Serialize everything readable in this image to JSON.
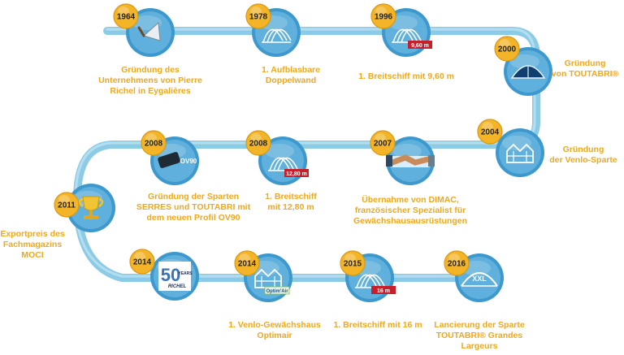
{
  "colors": {
    "path": "#8ccbe6",
    "path_light": "#b4def0",
    "circle_outer": "#3d98cd",
    "circle_inner": "#d9eef8",
    "badge": "#f3b428",
    "badge_edge": "#d99a12",
    "label": "#f0a81c",
    "tag_red": "#c8202a"
  },
  "milestones": [
    {
      "year": "1964",
      "icon": "trowel-icon",
      "label": "Gründung des\nUnternehmens von Pierre\nRichel in Eygalières"
    },
    {
      "year": "1978",
      "icon": "greenhouse-tunnel-icon",
      "label": "1. Aufblasbare\nDoppelwand"
    },
    {
      "year": "1996",
      "icon": "greenhouse-tunnel-icon",
      "tag": "9,60 m",
      "label": "1. Breitschiff mit 9,60 m"
    },
    {
      "year": "2000",
      "icon": "toutabri-shelter-icon",
      "label": "Gründung\nvon TOUTABRI®"
    },
    {
      "year": "2004",
      "icon": "venlo-greenhouse-icon",
      "label": "Gründung\nder Venlo-Sparte"
    },
    {
      "year": "2007",
      "icon": "handshake-icon",
      "label": "Übernahme von DIMAC,\nfranzösischer Spezialist für\nGewächshausausrüstungen"
    },
    {
      "year": "2008",
      "icon": "greenhouse-tunnel-icon",
      "tag": "12,80 m",
      "label": "1. Breitschiff\nmit 12,80 m"
    },
    {
      "year": "2008",
      "icon": "ov90-profile-icon",
      "tag": "OV90",
      "label": "Gründung der Sparten\nSERRES und TOUTABRI mit\ndem neuen Profil OV90"
    },
    {
      "year": "2011",
      "icon": "trophy-icon",
      "label": "Exportpreis des\nFachmagazins\nMOCI"
    },
    {
      "year": "2014",
      "icon": "50-years-richel-logo-icon",
      "logo_number": "50",
      "logo_words": [
        "YEARS",
        "RICHEL"
      ],
      "label": ""
    },
    {
      "year": "2014",
      "icon": "venlo-greenhouse-icon",
      "tag": "Optim'Air",
      "label": "1. Venlo-Gewächshaus\nOptimair"
    },
    {
      "year": "2015",
      "icon": "greenhouse-tunnel-icon",
      "tag": "16 m",
      "label": "1. Breitschiff mit 16 m"
    },
    {
      "year": "2016",
      "icon": "xxl-tunnel-icon",
      "tag": "XXL",
      "label": "Lancierung der Sparte\nTOUTABRI® Grandes\nLargeurs"
    }
  ]
}
